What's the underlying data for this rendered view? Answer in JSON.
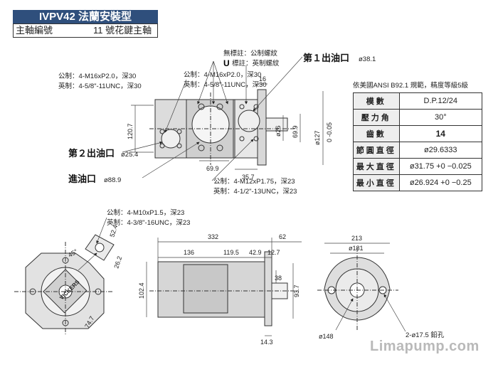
{
  "header": {
    "title": "IVPV42 法蘭安裝型",
    "shaft_key": "主軸編號",
    "shaft_value": "11 號花鍵主軸"
  },
  "callouts": {
    "unmarked": "無標註：公制螺紋",
    "u_mark": "U",
    "u_text": "標註：英制螺紋",
    "top_metric": "公制：4-M16xP2.0，深30",
    "top_imperial": "英制：4-5/8\"-11UNC，深30",
    "outlet1_label": "第１出油口",
    "outlet1_dia": "ø38.1",
    "outlet2_label": "第２出油口",
    "outlet2_dia": "ø25.4",
    "inlet_label": "進油口",
    "inlet_dia": "ø88.9",
    "mid_metric": "公制：4-M12xP1.75，深23",
    "mid_imperial": "英制：4-1/2\"-13UNC，深23",
    "left_metric": "公制：4-M10xP1.5，深23",
    "left_imperial": "英制：4-3/8\"-16UNC，深23",
    "holes": "2-ø17.5 鉛孔"
  },
  "dims": {
    "d16": "16",
    "d120_7": "120.7",
    "d69_9a": "69.9",
    "d35_7": "35.7",
    "d69_9b": "69.9",
    "d26": "ø26",
    "d127": "ø127",
    "d127_tol": "0 -0.05",
    "d52_4": "52.4",
    "d26_2": "26.2",
    "d45": "45°",
    "d74_7": "74.7",
    "d332": "332",
    "d62": "62",
    "d136": "136",
    "d119_5": "119.5",
    "d42_9": "42.9",
    "d12_7": "12.7",
    "d102_4": "102.4",
    "d38": "38",
    "d93_7": "93.7",
    "d14_3": "14.3",
    "d213": "213",
    "d181": "ø181",
    "d148": "ø148"
  },
  "spec": {
    "title": "依美國ANSI  B92.1 規範，精度等級5級",
    "rows": [
      {
        "k": "模數",
        "v": "D.P.12/24"
      },
      {
        "k": "壓力角",
        "v": "30°"
      },
      {
        "k": "齒數",
        "v": "14"
      },
      {
        "k": "節圓直徑",
        "v": "ø29.6333"
      },
      {
        "k": "最大直徑",
        "v": "ø31.75 +0 −0.025"
      },
      {
        "k": "最小直徑",
        "v": "ø26.924 +0 −0.25"
      }
    ]
  },
  "watermark": "Limapump.com"
}
